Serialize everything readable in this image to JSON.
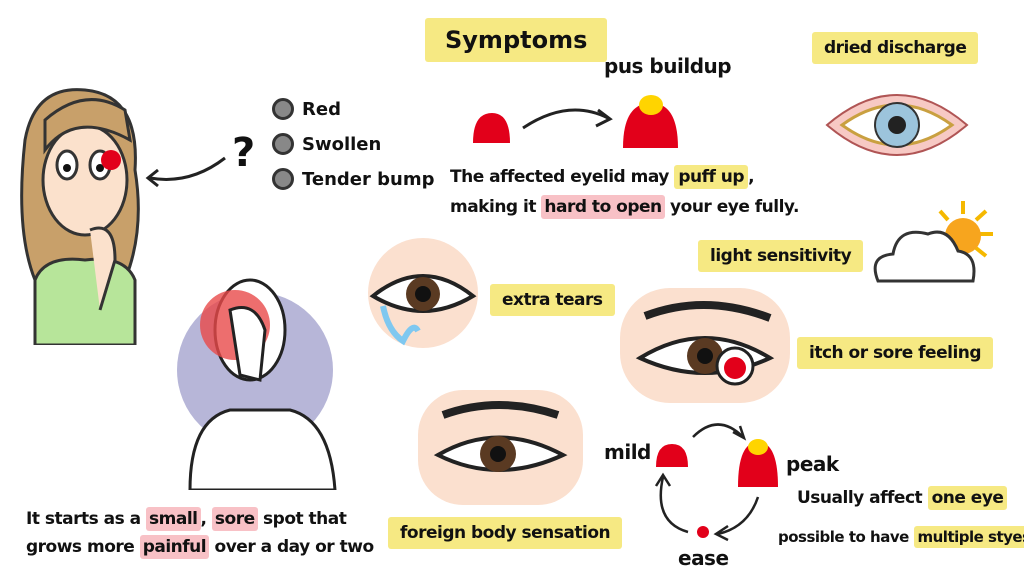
{
  "title": "Symptoms",
  "question_mark": "?",
  "symptom_list": [
    "Red",
    "Swollen",
    "Tender bump"
  ],
  "pus_buildup": "pus buildup",
  "eyelid_text": {
    "line1_a": "The affected eyelid may ",
    "line1_b": "puff up",
    "line1_c": ",",
    "line2_a": "making it ",
    "line2_b": "hard to open",
    "line2_c": " your eye fully."
  },
  "dried_discharge": "dried discharge",
  "light_sensitivity": "light sensitivity",
  "extra_tears": "extra tears",
  "itch": "itch or sore feeling",
  "foreign_body": "foreign body sensation",
  "cycle": {
    "mild": "mild",
    "peak": "peak",
    "ease": "ease"
  },
  "one_eye": {
    "a": "Usually affect ",
    "b": "one eye"
  },
  "multiple": {
    "a": "possible to have ",
    "b": "multiple styes"
  },
  "progress_text": {
    "l1_a": "It starts as a ",
    "l1_b": "small",
    "l1_c": ", ",
    "l1_d": "sore",
    "l1_e": " spot that",
    "l2_a": "grows more ",
    "l2_b": "painful",
    "l2_c": " over a day or two"
  },
  "colors": {
    "red": "#e2001a",
    "yellow_highlight": "#f6e983",
    "pink_highlight": "#f8c1c6"
  }
}
